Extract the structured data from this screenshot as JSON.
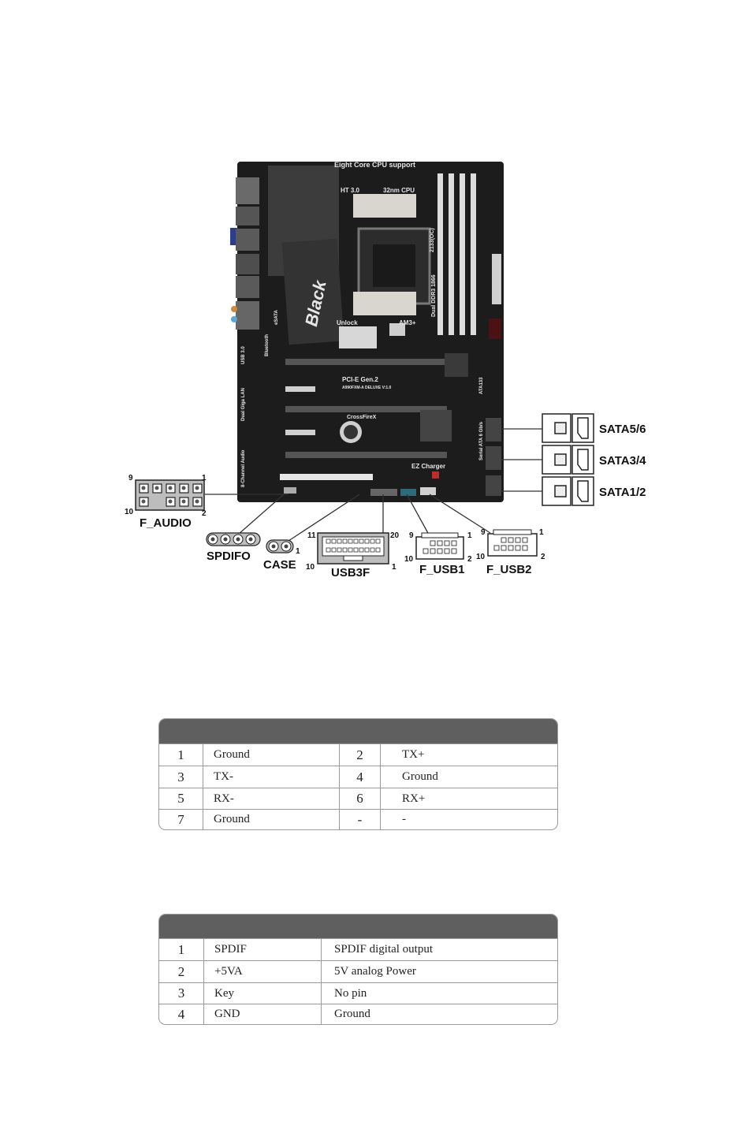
{
  "board": {
    "silkscreen": {
      "cpu_support": "Eight Core CPU support",
      "ht": "HT 3.0",
      "cpu_process": "32nm CPU",
      "brand": "Black",
      "unlock": "Unlock",
      "socket": "AM3+",
      "memory": "Dual DDR3 1866",
      "memory_oc": "2133(OC)",
      "pcie": "PCI-E Gen.2",
      "model": "A990FXM-A DELUXE V:1.0",
      "crossfire": "CrossFireX",
      "ez_charger": "EZ Charger",
      "serial_ata": "Serial ATA 6 Gb/s",
      "ata": "ATA133",
      "usb3": "USB 3.0",
      "bluetooth": "Bluetooth",
      "esata": "eSATA",
      "lan": "Dual Giga LAN",
      "audio": "8-Channel Audio"
    },
    "connectors": {
      "sata56": "SATA5/6",
      "sata34": "SATA3/4",
      "sata12": "SATA1/2",
      "f_audio": "F_AUDIO",
      "spdifo": "SPDIFO",
      "case": "CASE",
      "usb3f": "USB3F",
      "f_usb1": "F_USB1",
      "f_usb2": "F_USB2"
    },
    "pin_labels": {
      "f_audio": [
        "9",
        "1",
        "10",
        "2"
      ],
      "case": [
        "1"
      ],
      "usb3f": [
        "11",
        "20",
        "10",
        "1"
      ],
      "f_usb1": [
        "9",
        "1",
        "10",
        "2"
      ],
      "f_usb2": [
        "9",
        "1",
        "10",
        "2"
      ]
    }
  },
  "sata_table": {
    "rows": [
      [
        "1",
        "Ground",
        "2",
        "TX+"
      ],
      [
        "3",
        "TX-",
        "4",
        "Ground"
      ],
      [
        "5",
        "RX-",
        "6",
        "RX+"
      ],
      [
        "7",
        "Ground",
        "-",
        "-"
      ]
    ]
  },
  "spdif_table": {
    "rows": [
      [
        "1",
        "SPDIF",
        "SPDIF digital output"
      ],
      [
        "2",
        "+5VA",
        "5V analog Power"
      ],
      [
        "3",
        "Key",
        "No pin"
      ],
      [
        "4",
        "GND",
        "Ground"
      ]
    ]
  },
  "colors": {
    "pcb": "#1c1c1c",
    "table_header": "#5f5f5f",
    "table_border": "#9a9a9a",
    "header_fill": "#bdbdbd"
  }
}
